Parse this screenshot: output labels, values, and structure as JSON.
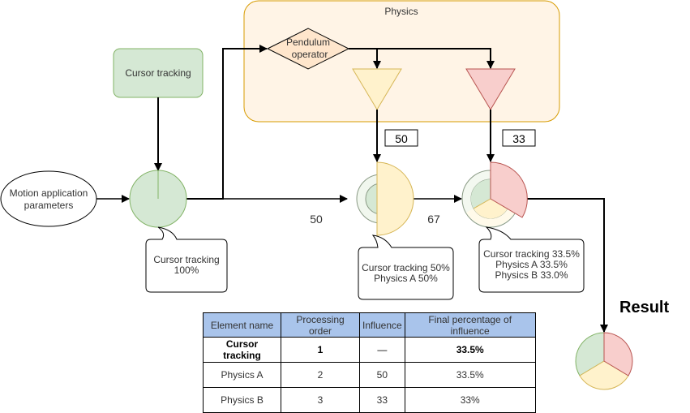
{
  "physics_group": {
    "title": "Physics"
  },
  "nodes": {
    "cursor_tracking": "Cursor tracking",
    "motion_params_line1": "Motion application",
    "motion_params_line2": "parameters",
    "pendulum_line1": "Pendulum",
    "pendulum_line2": "operator"
  },
  "influence_boxes": {
    "physics_a": "50",
    "physics_b": "33"
  },
  "edge_labels": {
    "before_a": "50",
    "after_a": "67"
  },
  "callouts": {
    "stage1": [
      "Cursor tracking",
      "100%"
    ],
    "stage2": [
      "Cursor tracking 50%",
      "Physics A 50%"
    ],
    "stage3": [
      "Cursor tracking 33.5%",
      "Physics A 33.5%",
      "Physics B 33.0%"
    ]
  },
  "result": {
    "title": "Result"
  },
  "colors": {
    "green_fill": "#d5e8d4",
    "green_stroke": "#82b366",
    "yellow_fill": "#fff2cc",
    "yellow_stroke": "#d6b656",
    "red_fill": "#f8cecc",
    "red_stroke": "#b85450",
    "orange_fill": "#ffe6cc",
    "group_fill": "#fff4e6",
    "group_stroke": "#d79b00",
    "table_header": "#a9c4eb"
  },
  "table": {
    "headers": [
      "Element name",
      "Processing order",
      "Influence",
      "Final percentage of influence"
    ],
    "rows": [
      [
        "Cursor tracking",
        "1",
        "—",
        "33.5%"
      ],
      [
        "Physics A",
        "2",
        "50",
        "33.5%"
      ],
      [
        "Physics B",
        "3",
        "33",
        "33%"
      ]
    ]
  }
}
